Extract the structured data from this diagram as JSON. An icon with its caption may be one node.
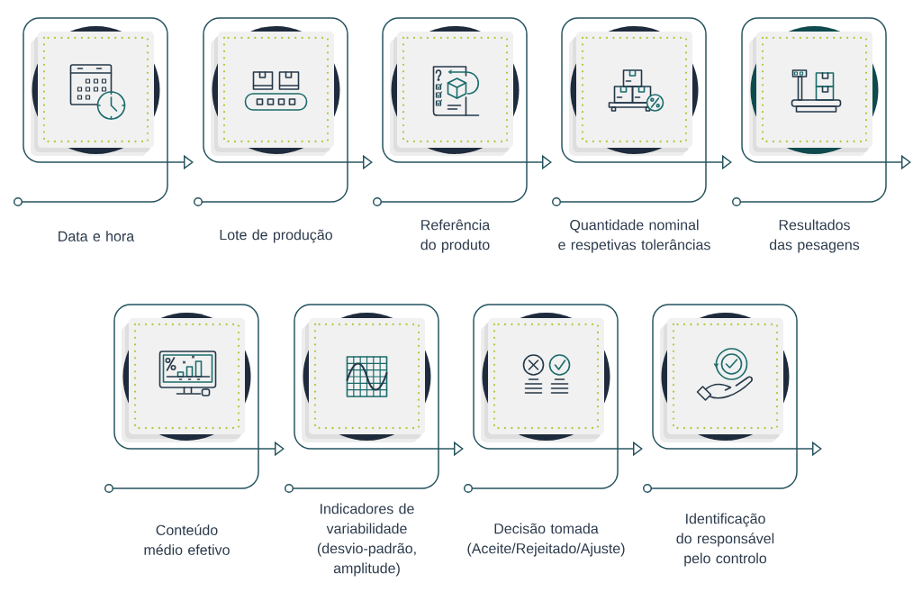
{
  "diagram": {
    "nodes": [
      {
        "text": [
          "Data e hora"
        ]
      },
      {
        "text": [
          "Lote de produção"
        ]
      },
      {
        "text": [
          "Referência do produto"
        ]
      },
      {
        "text": [
          "Quantidade nominal e respetivas tolerâncias"
        ]
      },
      {
        "text": [
          "Resultados das pesagens"
        ]
      },
      {
        "text": [
          "Conteúdo médio efetivo"
        ]
      },
      {
        "text": [
          "Indicadores de variabilidade (desvio-padrão, amplitude)"
        ]
      },
      {
        "text": [
          "Decisão tomada (Aceite/Rejeitado/Ajuste)"
        ]
      },
      {
        "text": [
          "Identificação do responsável pelo controlo"
        ]
      }
    ],
    "edges": [
      {
        "from": 0,
        "to": 1,
        "arrow": "to"
      },
      {
        "from": 1,
        "to": 2,
        "arrow": "to"
      },
      {
        "from": 2,
        "to": 3,
        "arrow": "to"
      },
      {
        "from": 3,
        "to": 4,
        "arrow": "to"
      },
      {
        "from": 4,
        "to": null,
        "arrow": "to"
      },
      {
        "from": 5,
        "to": 6,
        "arrow": "to"
      },
      {
        "from": 6,
        "to": 7,
        "arrow": "to"
      },
      {
        "from": 7,
        "to": 8,
        "arrow": "to"
      },
      {
        "from": 8,
        "to": null,
        "arrow": "to"
      }
    ]
  }
}
